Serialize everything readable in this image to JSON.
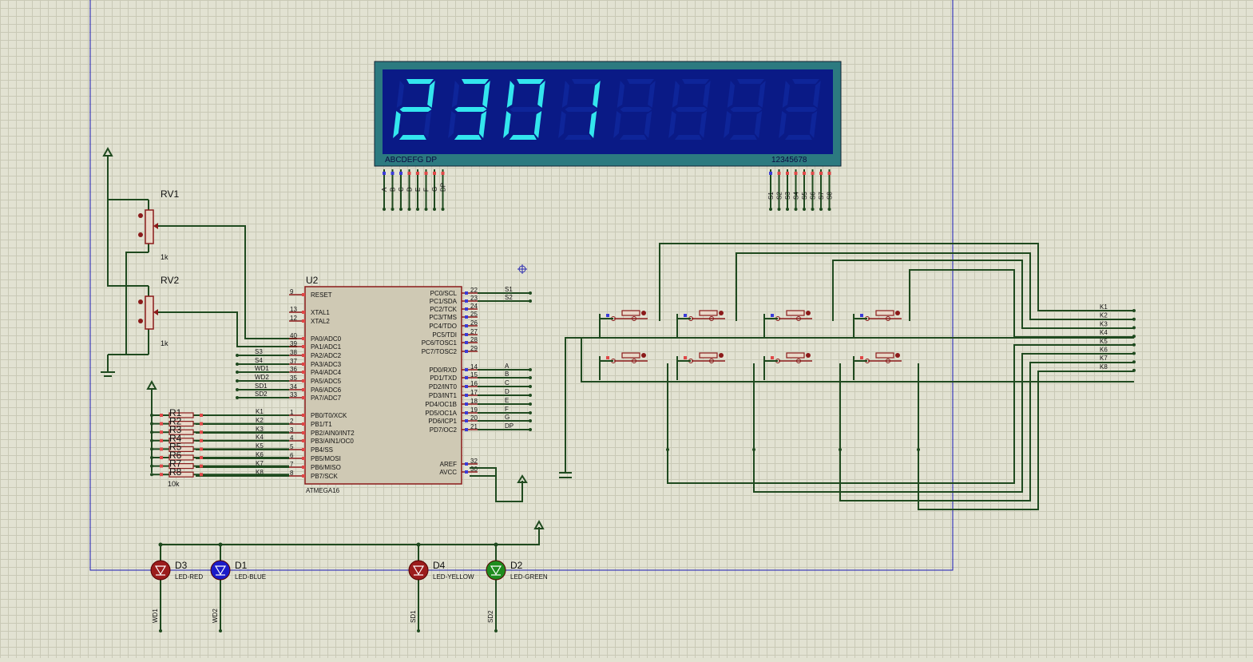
{
  "display": {
    "digits": [
      "2",
      "3",
      "0",
      "1"
    ],
    "segment_label": "ABCDEFG  DP",
    "digit_label": "12345678",
    "seg_pins": [
      "A",
      "B",
      "C",
      "D",
      "E",
      "F",
      "G",
      "DP"
    ],
    "dig_pins": [
      "S1",
      "S2",
      "S3",
      "S4",
      "S5",
      "S6",
      "S7",
      "S8"
    ]
  },
  "pots": [
    {
      "ref": "RV1",
      "value": "1k"
    },
    {
      "ref": "RV2",
      "value": "1k"
    }
  ],
  "mcu": {
    "ref": "U2",
    "part": "ATMEGA16",
    "left_pins": [
      {
        "num": "9",
        "name": "RESET",
        "net": ""
      },
      {
        "num": "13",
        "name": "XTAL1",
        "net": ""
      },
      {
        "num": "12",
        "name": "XTAL2",
        "net": ""
      },
      {
        "num": "40",
        "name": "PA0/ADC0",
        "net": ""
      },
      {
        "num": "39",
        "name": "PA1/ADC1",
        "net": ""
      },
      {
        "num": "38",
        "name": "PA2/ADC2",
        "net": "S3"
      },
      {
        "num": "37",
        "name": "PA3/ADC3",
        "net": "S4"
      },
      {
        "num": "36",
        "name": "PA4/ADC4",
        "net": "WD1"
      },
      {
        "num": "35",
        "name": "PA5/ADC5",
        "net": "WD2"
      },
      {
        "num": "34",
        "name": "PA6/ADC6",
        "net": "SD1"
      },
      {
        "num": "33",
        "name": "PA7/ADC7",
        "net": "SD2"
      },
      {
        "num": "1",
        "name": "PB0/T0/XCK",
        "net": "K1"
      },
      {
        "num": "2",
        "name": "PB1/T1",
        "net": "K2"
      },
      {
        "num": "3",
        "name": "PB2/AIN0/INT2",
        "net": "K3"
      },
      {
        "num": "4",
        "name": "PB3/AIN1/OC0",
        "net": "K4"
      },
      {
        "num": "5",
        "name": "PB4/SS",
        "net": "K5"
      },
      {
        "num": "6",
        "name": "PB5/MOSI",
        "net": "K6"
      },
      {
        "num": "7",
        "name": "PB6/MISO",
        "net": "K7"
      },
      {
        "num": "8",
        "name": "PB7/SCK",
        "net": "K8"
      }
    ],
    "right_pins": [
      {
        "num": "22",
        "name": "PC0/SCL",
        "net": "S1"
      },
      {
        "num": "23",
        "name": "PC1/SDA",
        "net": "S2"
      },
      {
        "num": "24",
        "name": "PC2/TCK",
        "net": ""
      },
      {
        "num": "25",
        "name": "PC3/TMS",
        "net": ""
      },
      {
        "num": "26",
        "name": "PC4/TDO",
        "net": ""
      },
      {
        "num": "27",
        "name": "PC5/TDI",
        "net": ""
      },
      {
        "num": "28",
        "name": "PC6/TOSC1",
        "net": ""
      },
      {
        "num": "29",
        "name": "PC7/TOSC2",
        "net": ""
      },
      {
        "num": "14",
        "name": "PD0/RXD",
        "net": "A"
      },
      {
        "num": "15",
        "name": "PD1/TXD",
        "net": "B"
      },
      {
        "num": "16",
        "name": "PD2/INT0",
        "net": "C"
      },
      {
        "num": "17",
        "name": "PD3/INT1",
        "net": "D"
      },
      {
        "num": "18",
        "name": "PD4/OC1B",
        "net": "E"
      },
      {
        "num": "19",
        "name": "PD5/OC1A",
        "net": "F"
      },
      {
        "num": "20",
        "name": "PD6/ICP1",
        "net": "G"
      },
      {
        "num": "21",
        "name": "PD7/OC2",
        "net": "DP"
      },
      {
        "num": "32",
        "name": "AREF",
        "net": ""
      },
      {
        "num": "30",
        "name": "AVCC",
        "net": ""
      }
    ]
  },
  "resistors": {
    "refs": [
      "R1",
      "R2",
      "R3",
      "R4",
      "R5",
      "R6",
      "R7",
      "R8"
    ],
    "value": "10k"
  },
  "keypad_nets": [
    "K1",
    "K2",
    "K3",
    "K4",
    "K5",
    "K6",
    "K7",
    "K8"
  ],
  "leds": [
    {
      "ref": "D3",
      "part": "LED-RED",
      "net": "WD1",
      "color": "#9b1c1c"
    },
    {
      "ref": "D1",
      "part": "LED-BLUE",
      "net": "WD2",
      "color": "#1b1bc8"
    },
    {
      "ref": "D4",
      "part": "LED-YELLOW",
      "net": "SD1",
      "color": "#9b1c1c"
    },
    {
      "ref": "D2",
      "part": "LED-GREEN",
      "net": "SD2",
      "color": "#1e8c1e"
    }
  ],
  "colors": {
    "wire": "#1f4a1f",
    "component": "#8b1a1a",
    "lcd_bg": "#0a1a86",
    "lcd_frame": "#2c7a80",
    "lcd_digit": "#33e6ee",
    "sheet_border": "#1a1ab5"
  }
}
